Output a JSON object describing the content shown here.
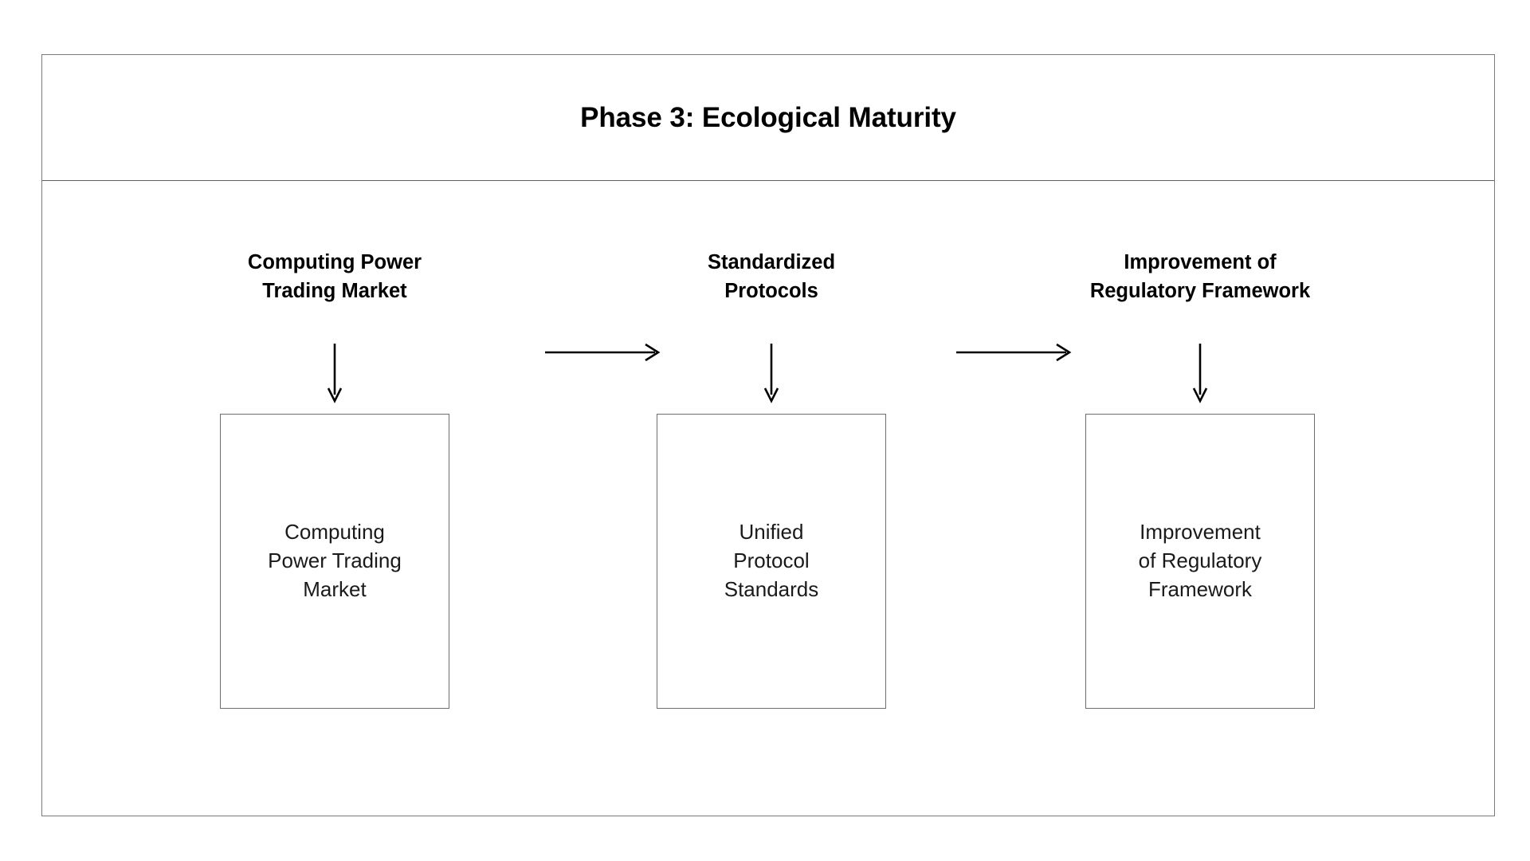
{
  "diagram": {
    "title": "Phase 3: Ecological Maturity",
    "columns": [
      {
        "header_line1": "Computing Power",
        "header_line2": "Trading Market",
        "box_line1": "Computing",
        "box_line2": "Power Trading",
        "box_line3": "Market"
      },
      {
        "header_line1": "Standardized",
        "header_line2": "Protocols",
        "box_line1": "Unified",
        "box_line2": "Protocol",
        "box_line3": "Standards"
      },
      {
        "header_line1": "Improvement of",
        "header_line2": "Regulatory Framework",
        "box_line1": "Improvement",
        "box_line2": "of Regulatory",
        "box_line3": "Framework"
      }
    ],
    "connectors": {
      "horizontal_arrow_icon": "arrow-right-icon",
      "vertical_arrow_icon": "arrow-down-icon",
      "count_horizontal": 2,
      "count_vertical": 3
    },
    "colors": {
      "frame_border": "#7a7a7a",
      "divider": "#5f5f5f",
      "box_border": "#6e6e6e",
      "text": "#000000",
      "background": "#ffffff",
      "arrow": "#000000"
    }
  }
}
